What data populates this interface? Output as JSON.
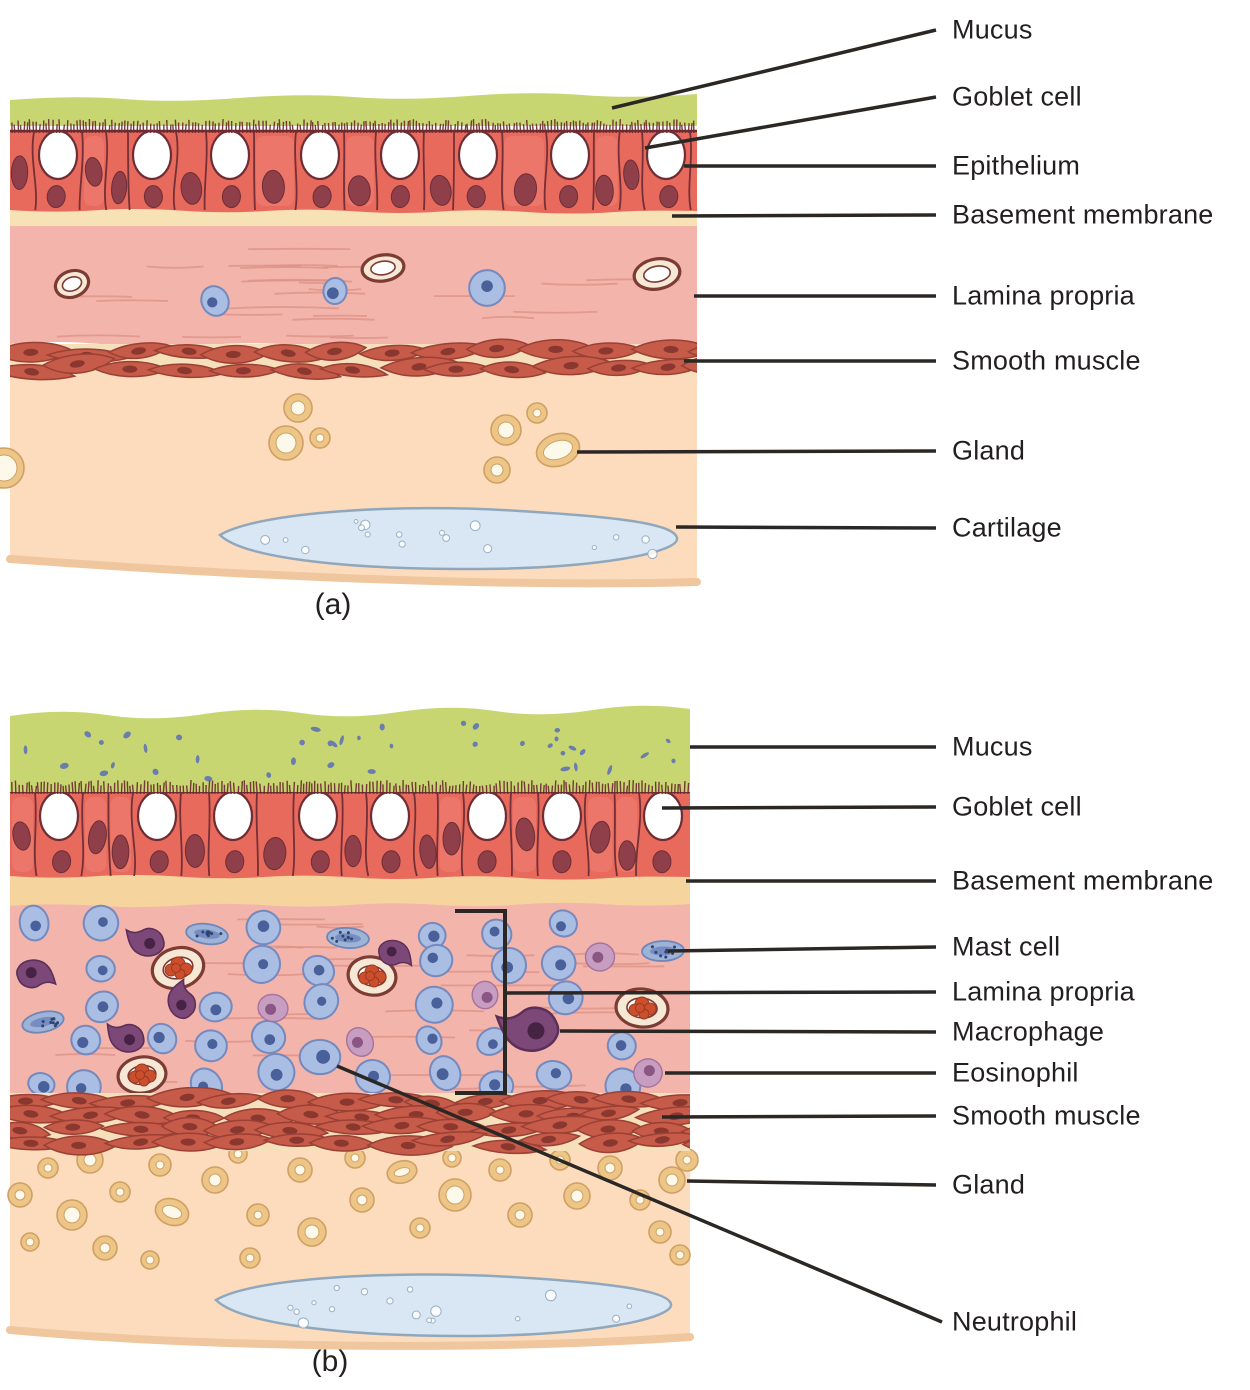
{
  "figure": {
    "panels": [
      {
        "caption": "(a)",
        "labels": [
          {
            "text": "Mucus"
          },
          {
            "text": "Goblet cell"
          },
          {
            "text": "Epithelium"
          },
          {
            "text": "Basement membrane"
          },
          {
            "text": "Lamina propria"
          },
          {
            "text": "Smooth muscle"
          },
          {
            "text": "Gland"
          },
          {
            "text": "Cartilage"
          }
        ]
      },
      {
        "caption": "(b)",
        "labels": [
          {
            "text": "Mucus"
          },
          {
            "text": "Goblet cell"
          },
          {
            "text": "Basement membrane"
          },
          {
            "text": "Mast cell"
          },
          {
            "text": "Lamina propria"
          },
          {
            "text": "Macrophage"
          },
          {
            "text": "Eosinophil"
          },
          {
            "text": "Smooth muscle"
          },
          {
            "text": "Gland"
          },
          {
            "text": "Neutrophil"
          }
        ]
      }
    ],
    "colors": {
      "background": "#ffffff",
      "mucus": "#c8d672",
      "mucus_speck": "#6a7dae",
      "cilia": "#6f2c31",
      "epithelium": "#e86a5d",
      "epithelium_light": "#f28677",
      "cell_outline": "#6e2d34",
      "nucleus": "#8e3f49",
      "goblet": "#ffffff",
      "basement_a": "#f7e2b5",
      "basement_b": "#f6d49d",
      "lamina": "#f2b4ab",
      "lamina_line": "#dd9287",
      "muscle_bg": "#f6e0bc",
      "muscle": "#c75b49",
      "muscle_outline": "#9a4034",
      "muscle_nucleus": "#8a382f",
      "submucosa": "#fcdcbd",
      "submucosa_edge": "#efc69d",
      "gland_ring": "#edc687",
      "gland_edge": "#cf9f63",
      "gland_lumen": "#fdf9ea",
      "cartilage": "#d8e7f3",
      "cartilage_outline": "#90a7bc",
      "lymphocyte": "#a9bee2",
      "lymphocyte_outline": "#7589be",
      "lymphocyte_nucleus": "#49609b",
      "macrophage": "#7c4877",
      "macrophage_outline": "#5c2f58",
      "macrophage_nucleus": "#462244",
      "eosinophil": "#c79ec2",
      "eosinophil_outline": "#a4729e",
      "eosinophil_nucleus": "#8a5683",
      "mast": "#9db3d8",
      "mast_outline": "#6e86b8",
      "mast_inner": "#7388c0",
      "mast_granule": "#2e4470",
      "vessel_ring": "#7c3b33",
      "vessel_fill": "#f7e8d6",
      "rbc": "#cc4f2d",
      "rbc_outline": "#9c3920",
      "leader": "#2b2725",
      "text": "#231f20"
    }
  }
}
